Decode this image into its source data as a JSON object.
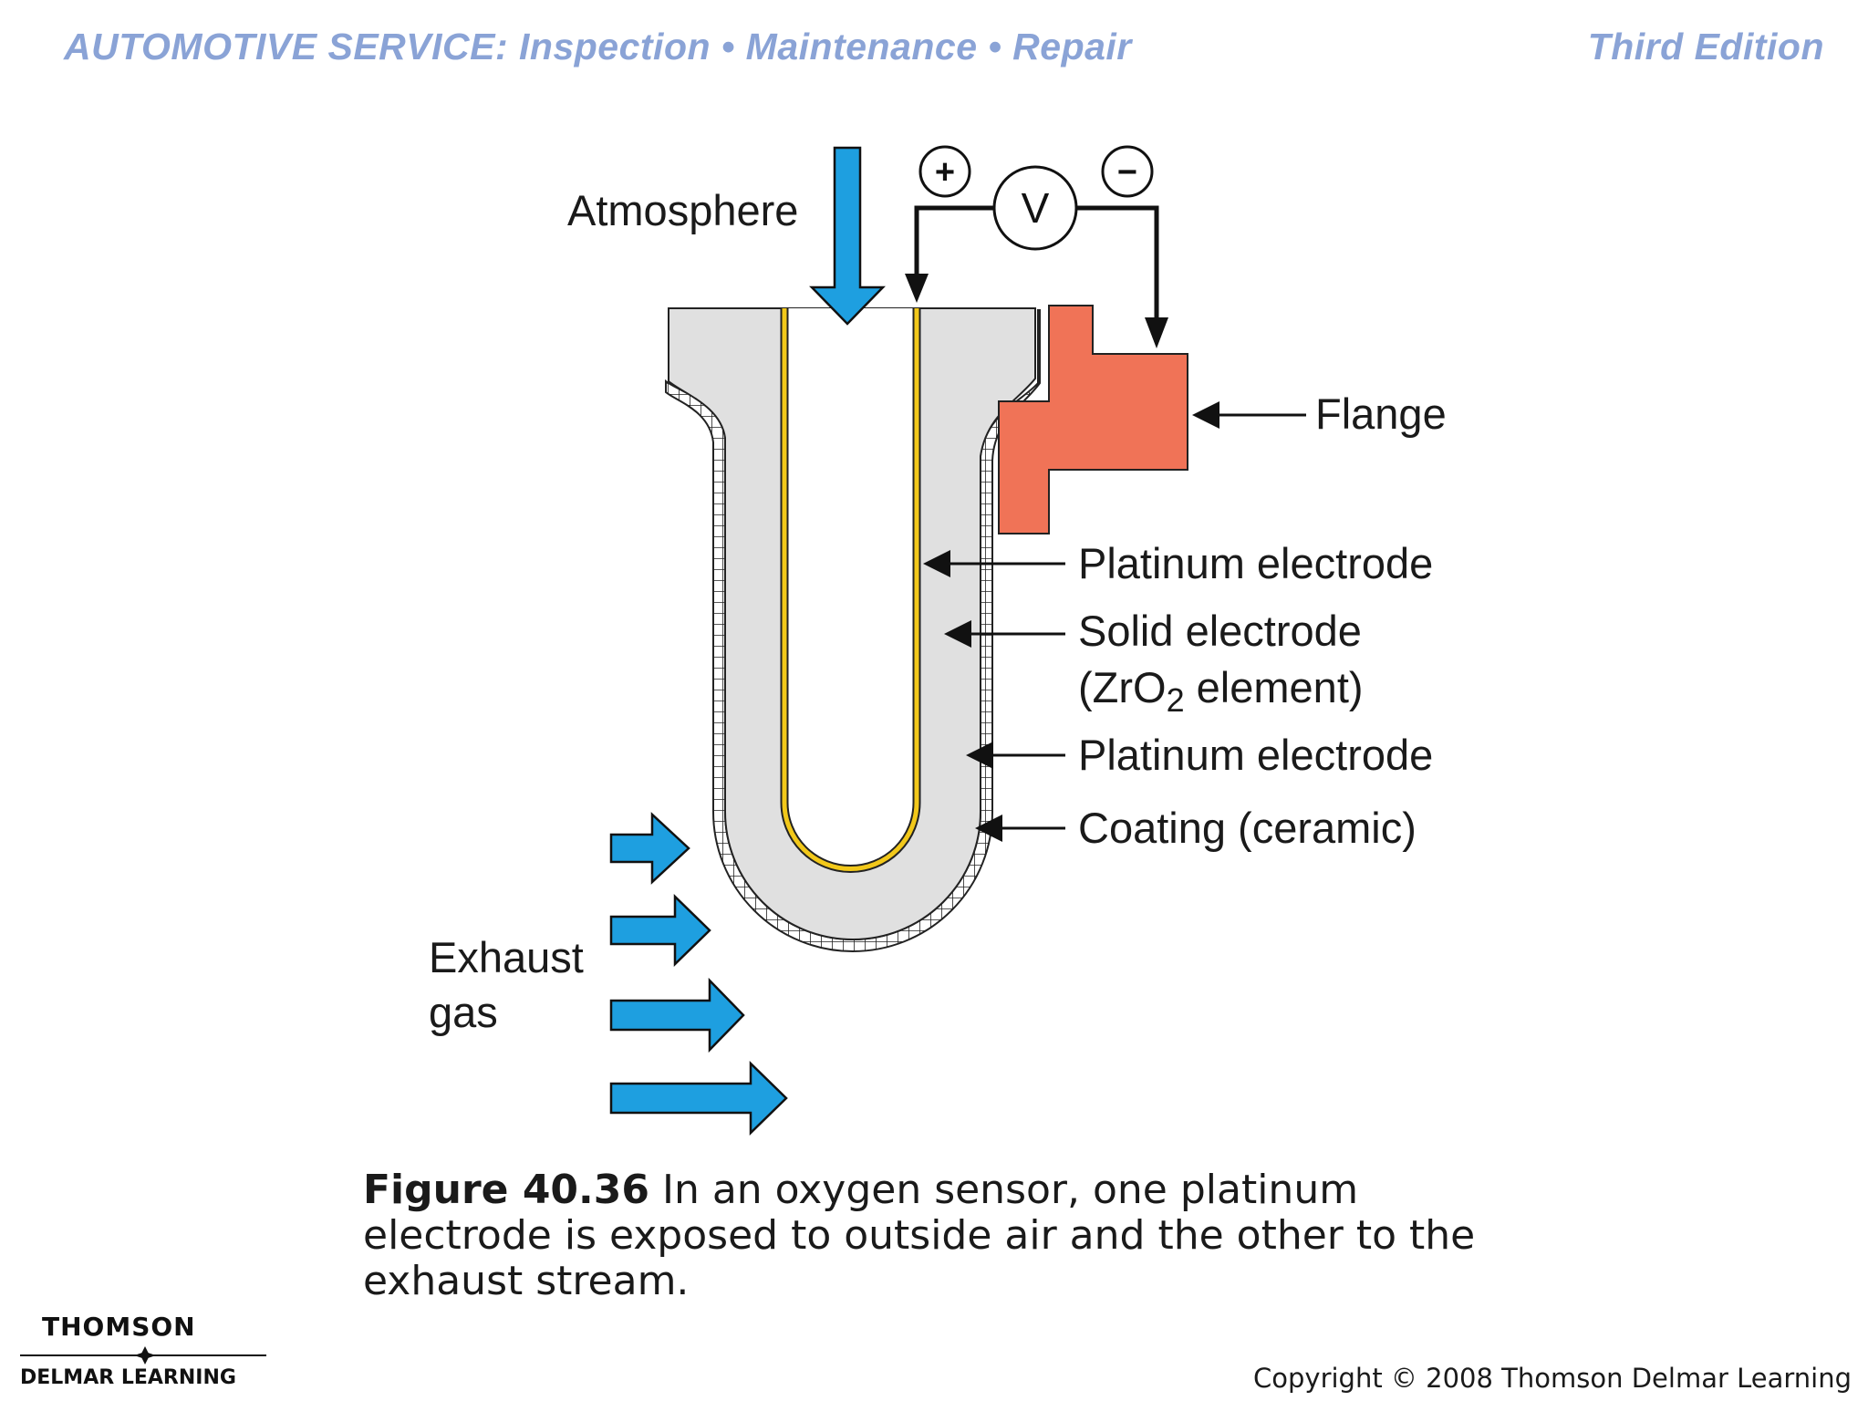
{
  "header": {
    "title": "AUTOMOTIVE SERVICE: Inspection • Maintenance • Repair",
    "edition": "Third Edition"
  },
  "diagram": {
    "labels": {
      "atmosphere": "Atmosphere",
      "flange": "Flange",
      "platinum_inner": "Platinum electrode",
      "solid_electrode": "Solid electrode",
      "zr_prefix": "(ZrO",
      "zr_sub": "2",
      "zr_suffix": " element)",
      "platinum_outer": "Platinum electrode",
      "coating": "Coating (ceramic)",
      "exhaust_line1": "Exhaust",
      "exhaust_line2": "gas",
      "voltmeter": "V",
      "plus": "+",
      "minus": "−"
    },
    "colors": {
      "blue_arrow": "#1E9FE0",
      "flange": "#F07357",
      "ceramic": "#E0E0E0",
      "platinum": "#F2C81A"
    }
  },
  "caption": {
    "figure": "Figure 40.36",
    "text": " In an oxygen sensor, one platinum electrode is exposed to outside air and the other to the exhaust stream."
  },
  "footer": {
    "logo_top": "THOMSON",
    "logo_bottom": "DELMAR LEARNING",
    "copyright": "Copyright © 2008 Thomson Delmar Learning"
  }
}
